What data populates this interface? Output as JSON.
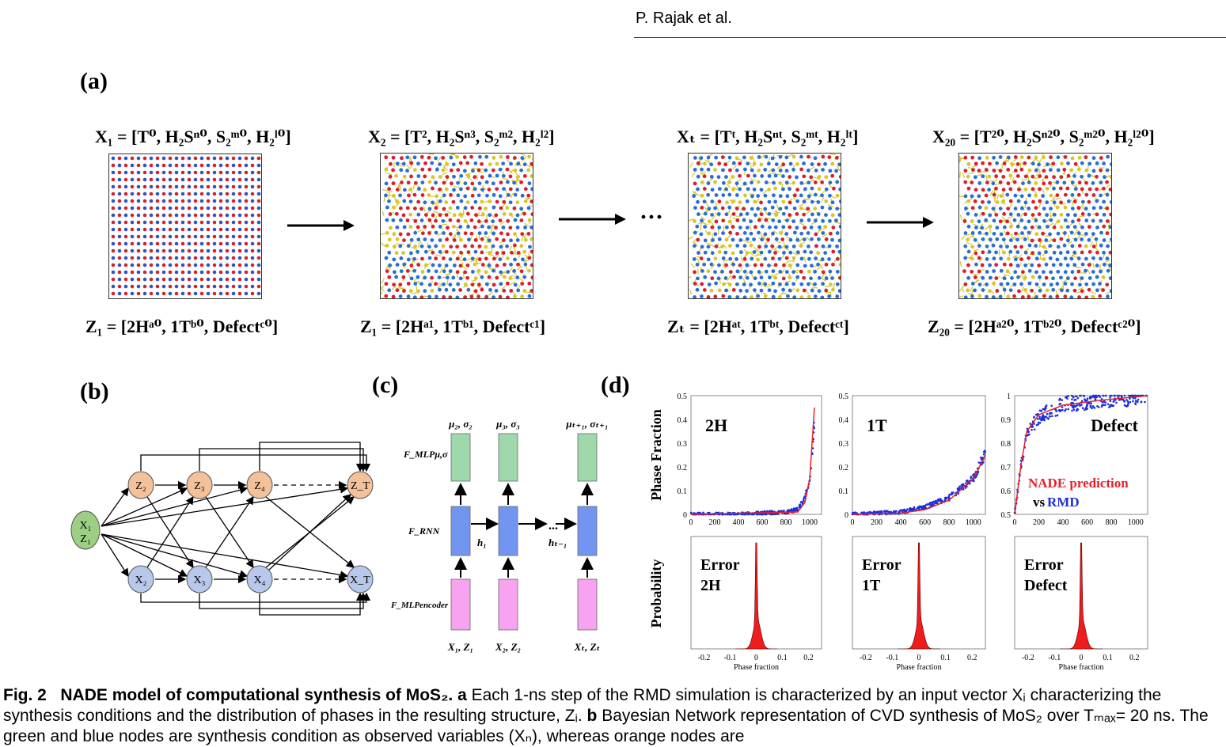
{
  "header": {
    "author": "P. Rajak et al."
  },
  "panel_a": {
    "label": "(a)",
    "snapshots": [
      {
        "x_label": "X₁ = [T⁰, H₂Sⁿ⁰, S₂ᵐ⁰, H₂ˡ⁰]",
        "z_label": "Z₁ = [2Hᵃ⁰, 1Tᵇ⁰, Defectᶜ⁰]"
      },
      {
        "x_label": "X₂ = [T², H₂Sⁿ³, S₂ᵐ², H₂ˡ²]",
        "z_label": "Z₁ = [2Hᵃ¹, 1Tᵇ¹, Defectᶜ¹]"
      },
      {
        "x_label": "Xₜ = [Tᵗ, H₂Sⁿᵗ, S₂ᵐᵗ, H₂ˡᵗ]",
        "z_label": "Zₜ = [2Hᵃᵗ, 1Tᵇᵗ, Defectᶜᵗ]"
      },
      {
        "x_label": "X₂₀ = [T²⁰, H₂Sⁿ²⁰, S₂ᵐ²⁰, H₂ˡ²⁰]",
        "z_label": "Z₂₀ = [2Hᵃ²⁰, 1Tᵇ²⁰, Defectᶜ²⁰]"
      }
    ],
    "ellipsis": "···"
  },
  "panel_b": {
    "label": "(b)",
    "root": [
      "X₁",
      "Z₁"
    ],
    "z_nodes": [
      "Z₂",
      "Z₃",
      "Z₄",
      "Z_T"
    ],
    "x_nodes": [
      "X₂",
      "X₃",
      "X₄",
      "X_T"
    ],
    "colors": {
      "root": "#9ccf83",
      "z": "#f3c19a",
      "x": "#b7c8ea"
    }
  },
  "panel_c": {
    "label": "(c)",
    "row_labels": {
      "mlp_out": "F_MLPμ,σ",
      "rnn": "F_RNN",
      "mlp_enc": "F_MLPencoder"
    },
    "top_labels": [
      "μ₂, σ₂",
      "μ₃, σ₃",
      "μₜ₊₁, σₜ₊₁"
    ],
    "bottom_labels": [
      "X₁, Z₁",
      "X₂, Z₂",
      "Xₜ, Zₜ"
    ],
    "hidden_labels": [
      "h₁",
      "hₜ₋₁"
    ],
    "ellipsis": "...",
    "colors": {
      "mlp_out": "#9fd9ab",
      "rnn": "#7295f2",
      "mlp_enc": "#f7a3f0"
    }
  },
  "panel_d": {
    "label": "(d)",
    "y_label_top": "Phase Fraction",
    "y_label_bottom": "Probability",
    "legend_line1": "NADE prediction",
    "legend_line2_vs": "vs",
    "legend_line2_rmd": "RMD",
    "x_axis_label_bottom": "Phase fraction",
    "colors": {
      "nade": "#e8202a",
      "rmd": "#1b2fd9",
      "hist": "#ee1c1c"
    }
  },
  "chart_data": [
    {
      "type": "scatter",
      "title": "2H",
      "xlim": [
        0,
        1100
      ],
      "ylim": [
        0,
        0.5
      ],
      "x_ticks": [
        "0",
        "200",
        "400",
        "600",
        "800",
        "1000"
      ],
      "y_ticks": [
        "0",
        "0.1",
        "0.2",
        "0.3",
        "0.4",
        "0.5"
      ],
      "series": [
        {
          "name": "NADE prediction",
          "points": [
            [
              0,
              0
            ],
            [
              900,
              0.01
            ],
            [
              960,
              0.05
            ],
            [
              1000,
              0.15
            ],
            [
              1040,
              0.45
            ]
          ]
        },
        {
          "name": "RMD",
          "points": [
            [
              0,
              0
            ],
            [
              200,
              0.0
            ],
            [
              400,
              0.0
            ],
            [
              600,
              0.005
            ],
            [
              800,
              0.01
            ],
            [
              900,
              0.02
            ],
            [
              950,
              0.06
            ],
            [
              1000,
              0.15
            ],
            [
              1020,
              0.25
            ],
            [
              1040,
              0.4
            ]
          ]
        }
      ]
    },
    {
      "type": "scatter",
      "title": "1T",
      "xlim": [
        0,
        1100
      ],
      "ylim": [
        0,
        0.5
      ],
      "x_ticks": [
        "0",
        "200",
        "400",
        "600",
        "800",
        "1000"
      ],
      "y_ticks": [
        "0",
        "0.1",
        "0.2",
        "0.3",
        "0.4",
        "0.5"
      ],
      "series": [
        {
          "name": "NADE prediction",
          "points": [
            [
              0,
              0
            ],
            [
              400,
              0.005
            ],
            [
              600,
              0.02
            ],
            [
              800,
              0.06
            ],
            [
              1000,
              0.15
            ],
            [
              1100,
              0.25
            ]
          ]
        },
        {
          "name": "RMD",
          "points": [
            [
              0,
              0
            ],
            [
              400,
              0.01
            ],
            [
              600,
              0.03
            ],
            [
              800,
              0.07
            ],
            [
              1000,
              0.15
            ],
            [
              1100,
              0.26
            ]
          ]
        }
      ]
    },
    {
      "type": "scatter",
      "title": "Defect",
      "xlim": [
        0,
        1100
      ],
      "ylim": [
        0.5,
        1
      ],
      "x_ticks": [
        "0",
        "200",
        "400",
        "600",
        "800",
        "1000"
      ],
      "y_ticks": [
        "0.5",
        "0.6",
        "0.7",
        "0.8",
        "0.9",
        "1"
      ],
      "series": [
        {
          "name": "NADE prediction",
          "points": [
            [
              0,
              0.5
            ],
            [
              50,
              0.7
            ],
            [
              100,
              0.85
            ],
            [
              200,
              0.92
            ],
            [
              400,
              0.96
            ],
            [
              700,
              0.98
            ],
            [
              1100,
              1.0
            ]
          ]
        },
        {
          "name": "RMD",
          "points": [
            [
              0,
              0.5
            ],
            [
              50,
              0.7
            ],
            [
              100,
              0.84
            ],
            [
              200,
              0.91
            ],
            [
              400,
              0.96
            ],
            [
              700,
              0.985
            ],
            [
              1100,
              0.995
            ]
          ]
        }
      ]
    },
    {
      "type": "area",
      "title": "Error 2H",
      "xlabel": "Phase fraction",
      "xlim": [
        -0.25,
        0.25
      ],
      "x_ticks": [
        "-0.2",
        "-0.1",
        "0",
        "0.1",
        "0.2"
      ]
    },
    {
      "type": "area",
      "title": "Error 1T",
      "xlabel": "Phase fraction",
      "xlim": [
        -0.25,
        0.25
      ],
      "x_ticks": [
        "-0.2",
        "-0.1",
        "0",
        "0.1",
        "0.2"
      ]
    },
    {
      "type": "area",
      "title": "Error Defect",
      "xlabel": "Phase fraction",
      "xlim": [
        -0.25,
        0.25
      ],
      "x_ticks": [
        "-0.2",
        "-0.1",
        "0",
        "0.1",
        "0.2"
      ]
    }
  ],
  "caption": {
    "fig_label": "Fig. 2",
    "title": "NADE model of computational synthesis of MoS₂.",
    "a_marker": "a",
    "a_text": "Each 1-ns step of the RMD simulation is characterized by an input vector Xᵢ characterizing the synthesis conditions and the distribution of phases in the resulting structure, Zᵢ.",
    "b_marker": "b",
    "b_text": "Bayesian Network representation of CVD synthesis of MoS₂ over Tₘₐₓ= 20 ns. The green and blue nodes are synthesis condition as observed variables (Xₙ), whereas orange nodes are"
  }
}
